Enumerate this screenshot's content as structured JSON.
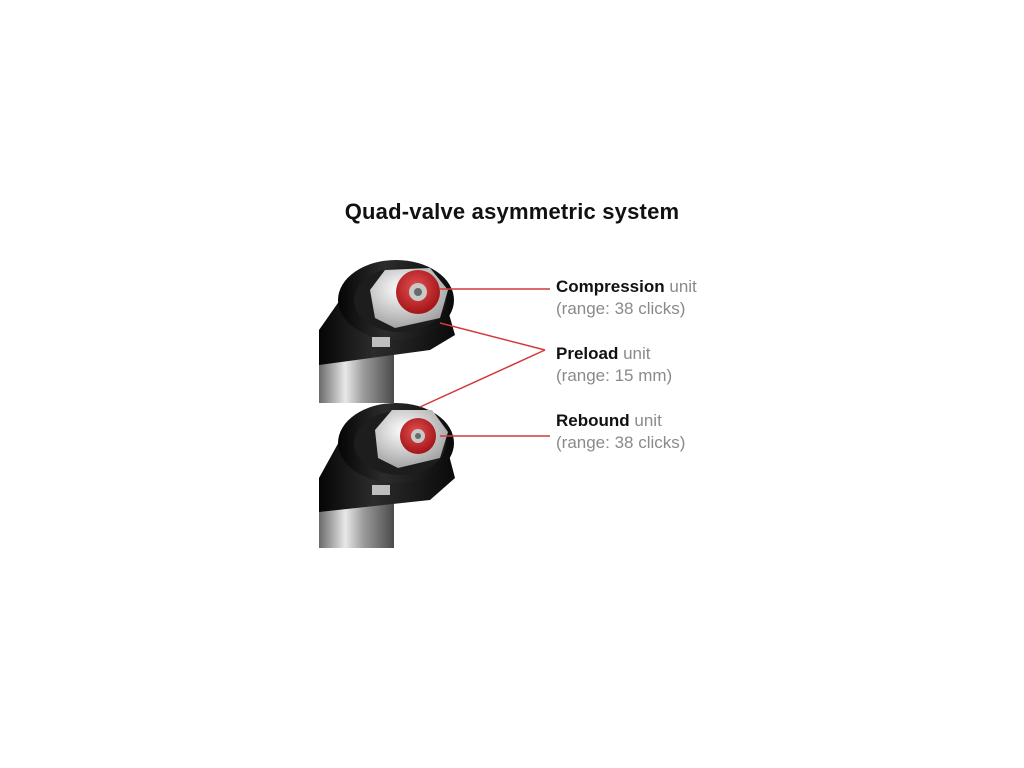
{
  "title": "Quad-valve asymmetric system",
  "callouts": [
    {
      "name": "Compression",
      "suffix": "unit",
      "range": "(range: 38 clicks)"
    },
    {
      "name": "Preload",
      "suffix": "unit",
      "range": "(range: 15 mm)"
    },
    {
      "name": "Rebound",
      "suffix": "unit",
      "range": "(range: 38 clicks)"
    }
  ],
  "colors": {
    "leader_line": "#d23a3a",
    "adjuster_red": "#c41e22",
    "body_black": "#151515",
    "aluminium": "#c8c8c8"
  }
}
